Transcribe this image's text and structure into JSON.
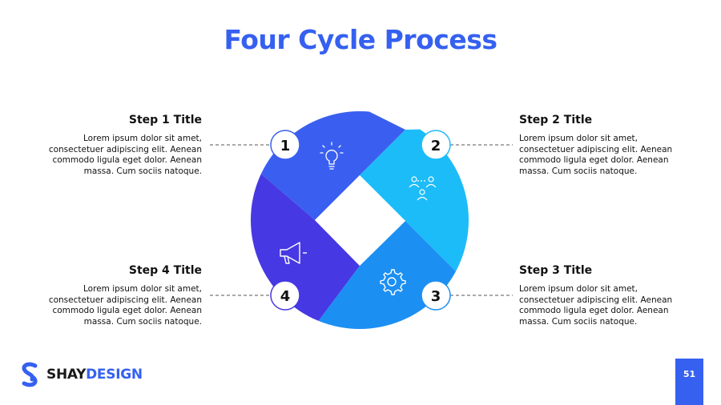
{
  "title": "Four Cycle Process",
  "steps": [
    {
      "number": "1",
      "title": "Step 1 Title",
      "text": "Lorem ipsum dolor sit amet, consectetuer adipiscing elit. Aenean commodo ligula eget dolor. Aenean massa. Cum sociis natoque.",
      "icon": "lightbulb-icon",
      "color": "#3a5ff0"
    },
    {
      "number": "2",
      "title": "Step 2 Title",
      "text": "Lorem ipsum dolor sit amet, consectetuer adipiscing elit. Aenean commodo ligula eget dolor. Aenean massa. Cum sociis natoque.",
      "icon": "network-people-icon",
      "color": "#1cbcf8"
    },
    {
      "number": "3",
      "title": "Step 3 Title",
      "text": "Lorem ipsum dolor sit amet, consectetuer adipiscing elit. Aenean commodo ligula eget dolor. Aenean massa. Cum sociis natoque.",
      "icon": "gear-icon",
      "color": "#1c8ff3"
    },
    {
      "number": "4",
      "title": "Step 4 Title",
      "text": "Lorem ipsum dolor sit amet, consectetuer adipiscing elit. Aenean commodo ligula eget dolor. Aenean massa. Cum sociis natoque.",
      "icon": "megaphone-icon",
      "color": "#4638e2"
    }
  ],
  "brand": {
    "part1": "SHAY",
    "part2": "DESIGN"
  },
  "page_number": "51",
  "colors": {
    "accent": "#3560f0",
    "text": "#111111"
  }
}
